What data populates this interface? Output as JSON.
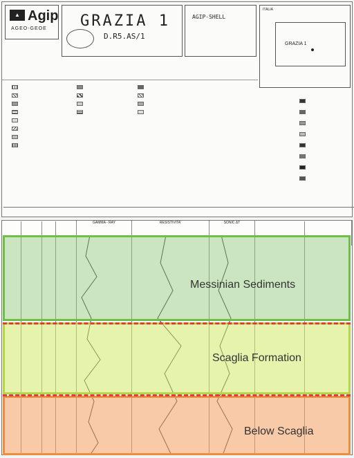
{
  "header": {
    "company_logo_text": "Agip",
    "company_sub": "AGEO-GEOE",
    "well_name": "GRAZIA 1",
    "well_code": "D.R5.AS/1",
    "operator": "AGIP-SHELL",
    "country": "ITALIA",
    "map_label": "GRAZIA 1"
  },
  "log_headers": [
    "GAMMA - RAY",
    "RESISTIVITA'",
    "SONIC ΔT"
  ],
  "zones": [
    {
      "label": "Messinian Sediments"
    },
    {
      "label": "Scaglia Formation"
    },
    {
      "label": "Below Scaglia"
    }
  ],
  "colors": {
    "zone1": "#6fbf47",
    "zone2": "#b7d646",
    "zone3": "#e8903f",
    "boundary": "#e23b3b"
  }
}
